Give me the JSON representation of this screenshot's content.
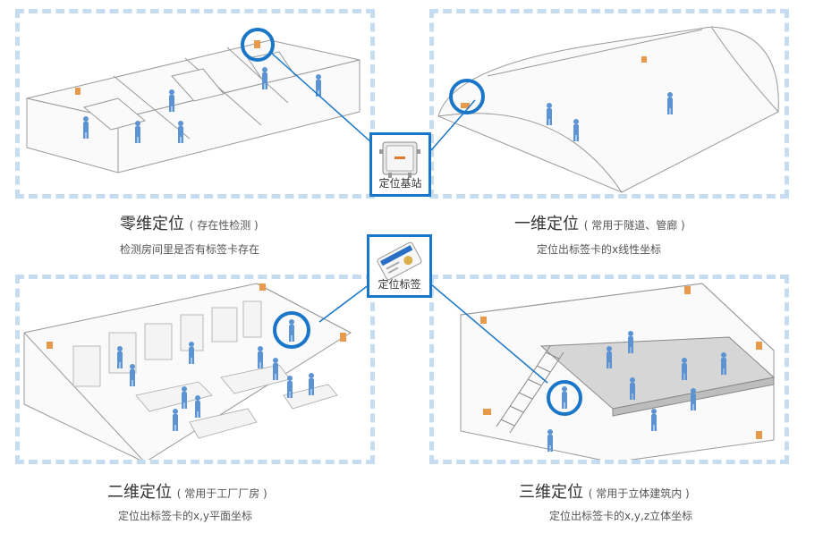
{
  "panels": [
    {
      "title": "零维定位",
      "paren": "( 存在性检测 )",
      "subtitle": "检测房间里是否有标签卡存在"
    },
    {
      "title": "一维定位",
      "paren": "( 常用于隧道、管廊 )",
      "subtitle": "定位出标签卡的x线性坐标"
    },
    {
      "title": "二维定位",
      "paren": "( 常用于工厂厂房 )",
      "subtitle": "定位出标签卡的x,y平面坐标"
    },
    {
      "title": "三维定位",
      "paren": "( 常用于立体建筑内 )",
      "subtitle": "定位出标签卡的x,y,z立体坐标"
    }
  ],
  "devices": {
    "base_station": "定位基站",
    "tag": "定位标签"
  },
  "colors": {
    "accent": "#1976c8",
    "dash": "#c6dcf0",
    "person": "#5b93d3",
    "anchor": "#e59a4c"
  }
}
